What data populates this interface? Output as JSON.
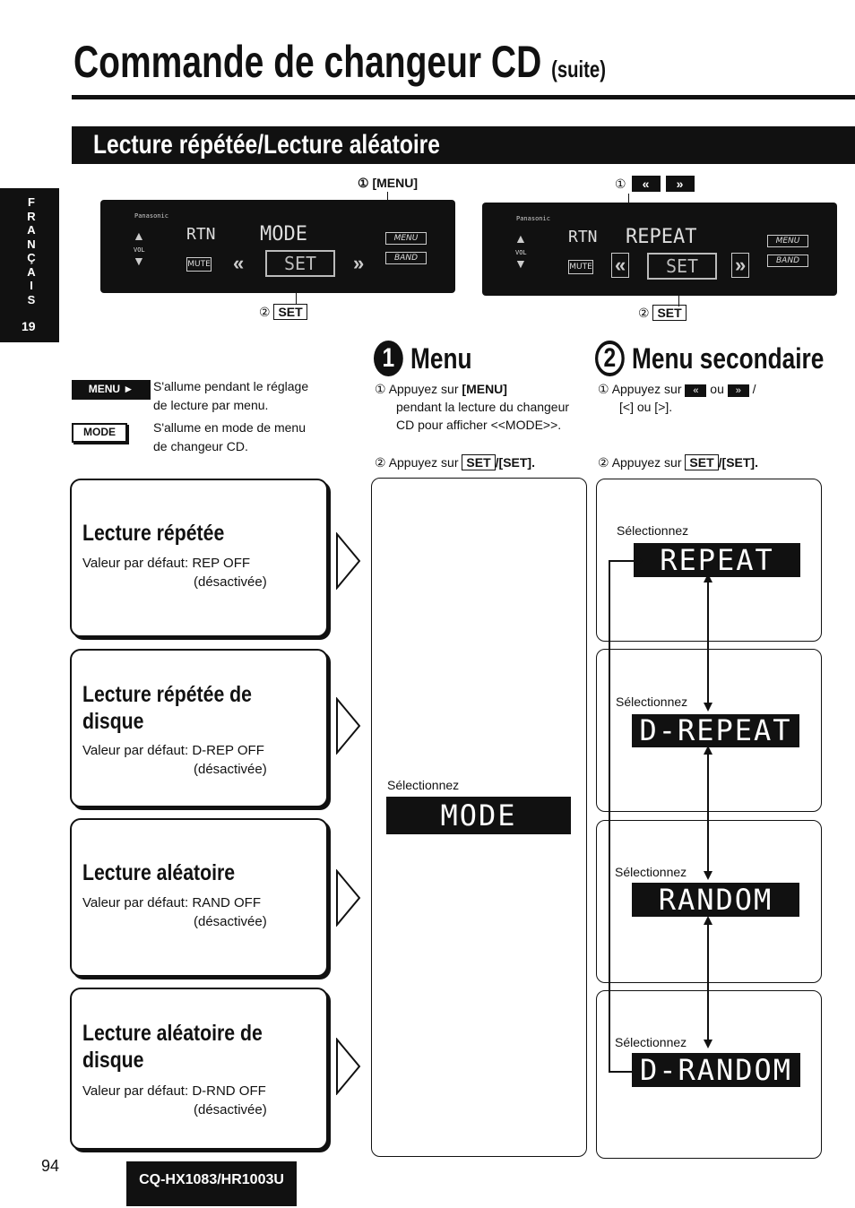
{
  "header": {
    "title": "Commande de changeur CD",
    "title_suffix": "(suite)",
    "section_title": "Lecture répétée/Lecture aléatoire"
  },
  "side_tab": {
    "letters": [
      "F",
      "R",
      "A",
      "N",
      "Ç",
      "A",
      "I",
      "S"
    ],
    "page": "19"
  },
  "display_left": {
    "callout_menu": "① [MENU]",
    "callout_set_num": "②",
    "callout_set_label": "SET",
    "brand": "Panasonic",
    "rtn": "RTN",
    "mode": "MODE",
    "set": "SET",
    "vol": "VOL",
    "mute": "MUTE",
    "menu": "MENU",
    "band": "BAND"
  },
  "display_right": {
    "callout_num": "①",
    "callout_set_num": "②",
    "callout_set_label": "SET",
    "brand": "Panasonic",
    "rtn": "RTN",
    "repeat": "REPEAT",
    "set": "SET",
    "vol": "VOL",
    "mute": "MUTE",
    "menu": "MENU",
    "band": "BAND"
  },
  "legend": [
    {
      "badge": "MENU",
      "text_line1": "S'allume pendant le réglage",
      "text_line2": "de lecture par menu."
    },
    {
      "badge": "MODE",
      "text_line1": "S'allume en mode de menu",
      "text_line2": "de changeur CD."
    }
  ],
  "step1": {
    "number": "1",
    "title": "Menu",
    "instr1_num": "①",
    "instr1_line1_prefix": "Appuyez sur",
    "instr1_line1_key": "[MENU]",
    "instr1_line2": "pendant la lecture du changeur",
    "instr1_line3": "CD pour afficher <<MODE>>.",
    "instr2_num": "②",
    "instr2_prefix": "Appuyez sur",
    "instr2_key": "SET",
    "instr2_suffix": "/[SET].",
    "select_label": "Sélectionnez",
    "select_display": "MODE"
  },
  "step2": {
    "number": "2",
    "title": "Menu secondaire",
    "instr1_num": "①",
    "instr1_prefix": "Appuyez sur",
    "instr1_mid": "ou",
    "instr1_suffix": "/",
    "instr1_line2": "[<] ou [>].",
    "instr2_num": "②",
    "instr2_prefix": "Appuyez sur",
    "instr2_key": "SET",
    "instr2_suffix": "/[SET].",
    "options": [
      {
        "label": "Sélectionnez",
        "display": "REPEAT"
      },
      {
        "label": "Sélectionnez",
        "display": "D-REPEAT"
      },
      {
        "label": "Sélectionnez",
        "display": "RANDOM"
      },
      {
        "label": "Sélectionnez",
        "display": "D-RANDOM"
      }
    ]
  },
  "features": [
    {
      "title_line1": "Lecture répétée",
      "title_line2": "",
      "default_prefix": "Valeur par défaut:",
      "default_value": "REP OFF",
      "default_note": "(désactivée)"
    },
    {
      "title_line1": "Lecture répétée de",
      "title_line2": "disque",
      "default_prefix": "Valeur par défaut:",
      "default_value": "D-REP OFF",
      "default_note": "(désactivée)"
    },
    {
      "title_line1": "Lecture aléatoire",
      "title_line2": "",
      "default_prefix": "Valeur par défaut:",
      "default_value": "RAND OFF",
      "default_note": "(désactivée)"
    },
    {
      "title_line1": "Lecture aléatoire de",
      "title_line2": "disque",
      "default_prefix": "Valeur par défaut:",
      "default_value": "D-RND OFF",
      "default_note": "(désactivée)"
    }
  ],
  "footer": {
    "page_number": "94",
    "model": "CQ-HX1083/HR1003U"
  }
}
